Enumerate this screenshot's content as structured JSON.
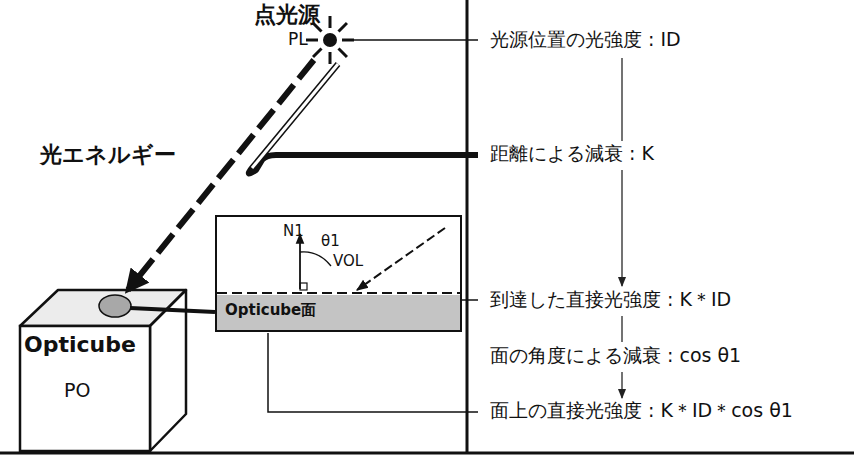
{
  "diagram": {
    "nodes": [
      {
        "text": [
          "点光源",
          "PL"
        ]
      },
      {
        "text": [
          "Opticube",
          "PO"
        ]
      },
      {
        "text": [
          "N1",
          "θ1",
          "VOL"
        ]
      },
      {
        "text": [
          "Opticube面"
        ],
        "in": 2
      }
    ],
    "edges": [
      {
        "from": 0,
        "to": 1,
        "arrow": "to"
      }
    ],
    "labels": [
      "光エネルギー",
      "光源位置の光強度 : ID",
      "距離による減衰 : K",
      "到達した直接光強度 : K＊ID",
      "面の角度による減衰 : cos θ1",
      "面上の直接光強度 : K＊ID＊cos θ1"
    ]
  }
}
